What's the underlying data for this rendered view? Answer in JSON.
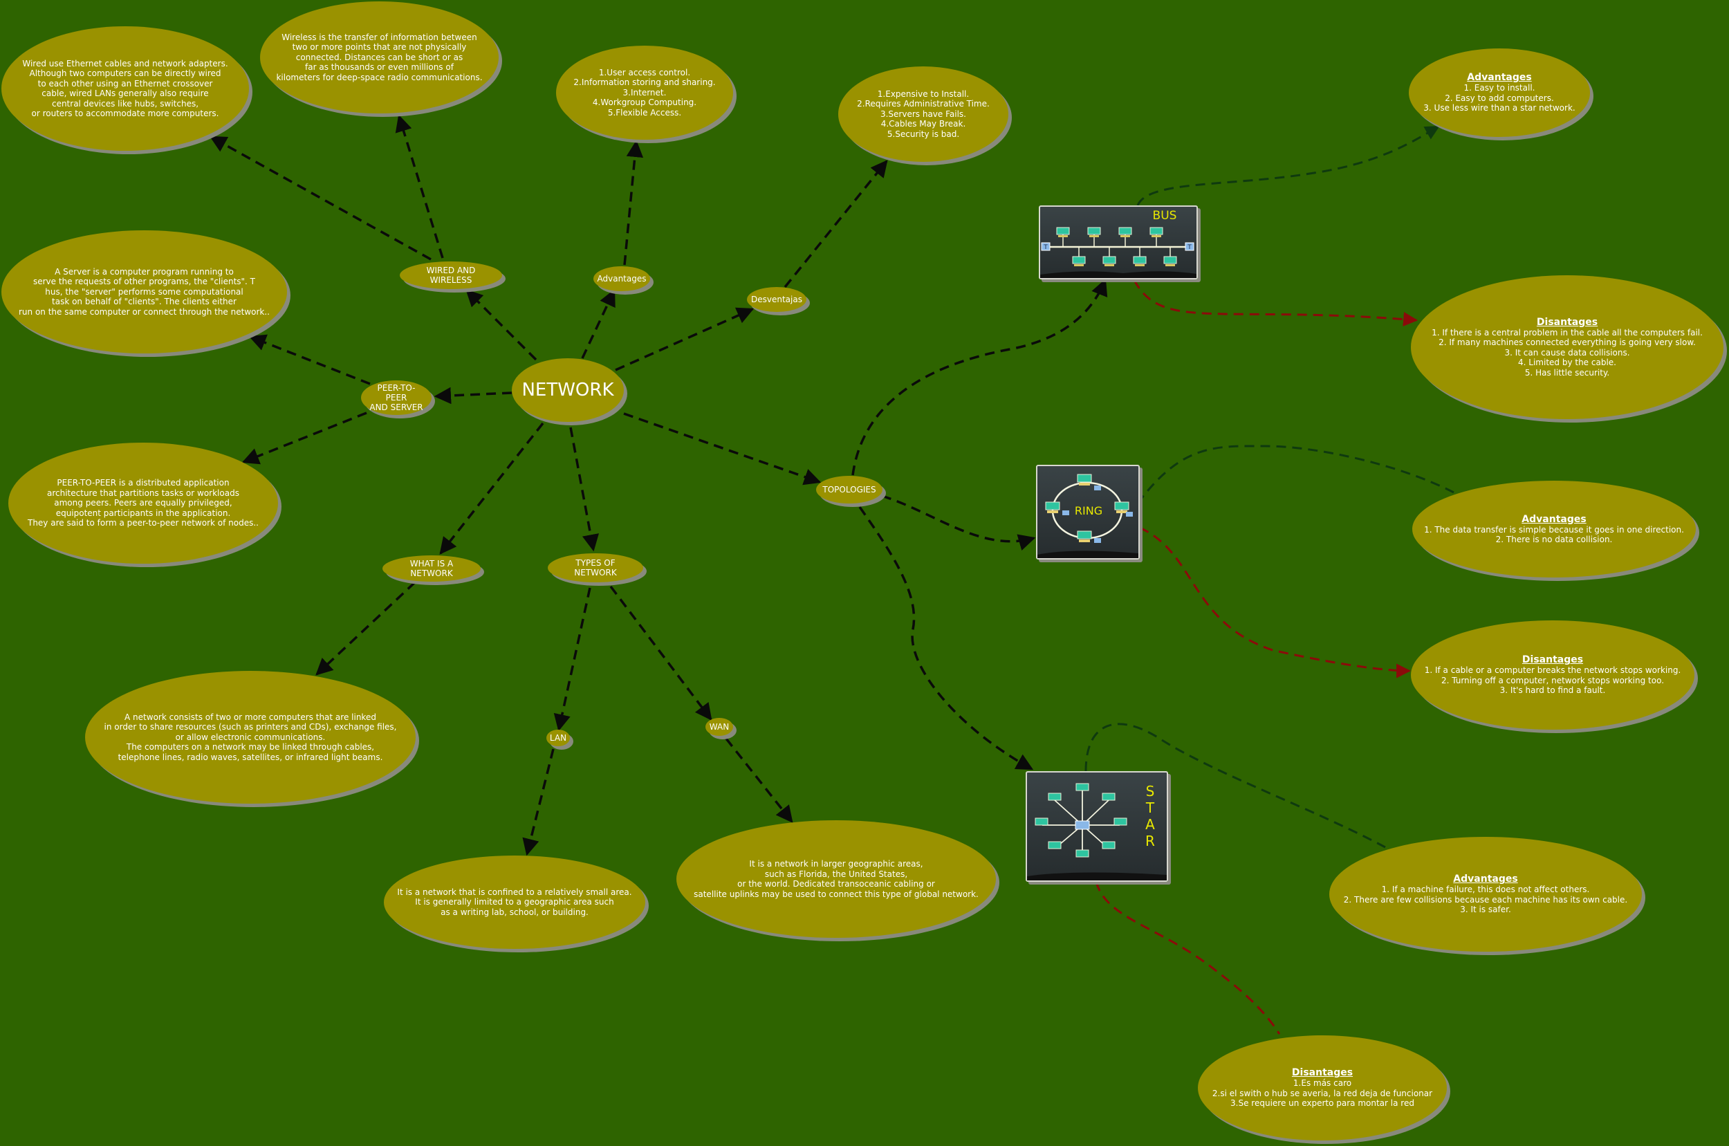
{
  "colors": {
    "background": "#2e6400",
    "node_fill": "#9a9200",
    "node_shadow": "#888a7c",
    "link_black": "#0a0a0a",
    "link_red": "#8b0a0a",
    "link_green": "#0f3a0f",
    "image_label": "#e8e800"
  },
  "nodes": {
    "network": "NETWORK",
    "wired_wireless": "WIRED AND WIRELESS",
    "advantages": "Advantages",
    "desventajas": "Desventajas",
    "peer_server": "PEER-TO-PEER\nAND SERVER",
    "topologies": "TOPOLOGIES",
    "what_is": "WHAT IS A NETWORK",
    "types": "TYPES OF NETWORK",
    "lan": "LAN",
    "wan": "WAN",
    "wired_text": "Wired use Ethernet cables and network adapters.\nAlthough two computers can be directly wired\nto each other using an Ethernet crossover\ncable, wired LANs generally also require\ncentral devices like hubs, switches,\nor routers to accommodate more computers.",
    "wireless_text": "Wireless is the transfer of information between\ntwo or more points that are not physically\nconnected. Distances can be short or as\nfar as thousands or even millions of\nkilometers for deep-space radio communications.",
    "adv_text": "1.User access control.\n2.Information storing and sharing.\n3.Internet.\n4.Workgroup Computing.\n5.Flexible Access.",
    "des_text": "1.Expensive to Install.\n2.Requires Administrative Time.\n3.Servers have Fails.\n4.Cables May Break.\n5.Security is bad.",
    "server_text": "A Server is a computer program running to\nserve the requests of other programs, the \"clients\". T\nhus, the \"server\" performs some computational\ntask on behalf of \"clients\". The clients either\nrun on the same computer or connect through the network..",
    "p2p_text": "PEER-TO-PEER is a distributed application\narchitecture that partitions tasks or workloads\namong peers. Peers are equally privileged,\nequipotent participants in the application.\nThey are said to form a peer-to-peer network of nodes..",
    "what_text": "A network consists of two or more computers that are linked\nin order to share resources (such as printers and CDs), exchange files,\nor allow electronic communications.\nThe computers on a network may be linked through cables,\ntelephone lines, radio waves, satellites, or infrared light beams.",
    "lan_text": "It is a network that is confined to a relatively small area.\nIt is generally limited to a geographic area such\nas a writing lab, school, or building.",
    "wan_text": "It is a network in larger geographic areas,\nsuch as Florida, the United States,\nor the world. Dedicated transoceanic cabling or\nsatellite uplinks may be used to connect this type of global network.",
    "bus_adv": {
      "title": "Advantages",
      "body": "1. Easy to install.\n2. Easy to add computers.\n3. Use less wire than a star network."
    },
    "bus_dis": {
      "title": "Disantages",
      "body": "1. If there is a central problem in the cable all the computers fail.\n2. If many machines connected everything is going very slow.\n3. It can cause data collisions.\n4. Limited by the cable.\n5. Has little security."
    },
    "ring_adv": {
      "title": "Advantages",
      "body": "1. The data transfer is simple because it goes in one direction.\n2. There is no data collision."
    },
    "ring_dis": {
      "title": "Disantages",
      "body": "1. If a cable or a computer breaks the network stops working.\n2. Turning off a computer, network stops working too.\n3. It's hard to find a fault."
    },
    "star_adv": {
      "title": "Advantages",
      "body": "1. If a machine failure, this does not affect others.\n2. There are few collisions because each machine has its own cable.\n3. It is safer."
    },
    "star_dis": {
      "title": "Disantages",
      "body": "1.Es más caro\n2.si el swith o hub se averia, la red deja de funcionar\n3.Se requiere un experto para montar la red"
    }
  },
  "images": {
    "bus": {
      "label": "BUS",
      "terminator": "T"
    },
    "ring": {
      "label": "RING"
    },
    "star": {
      "label": "S\nT\nA\nR"
    }
  }
}
